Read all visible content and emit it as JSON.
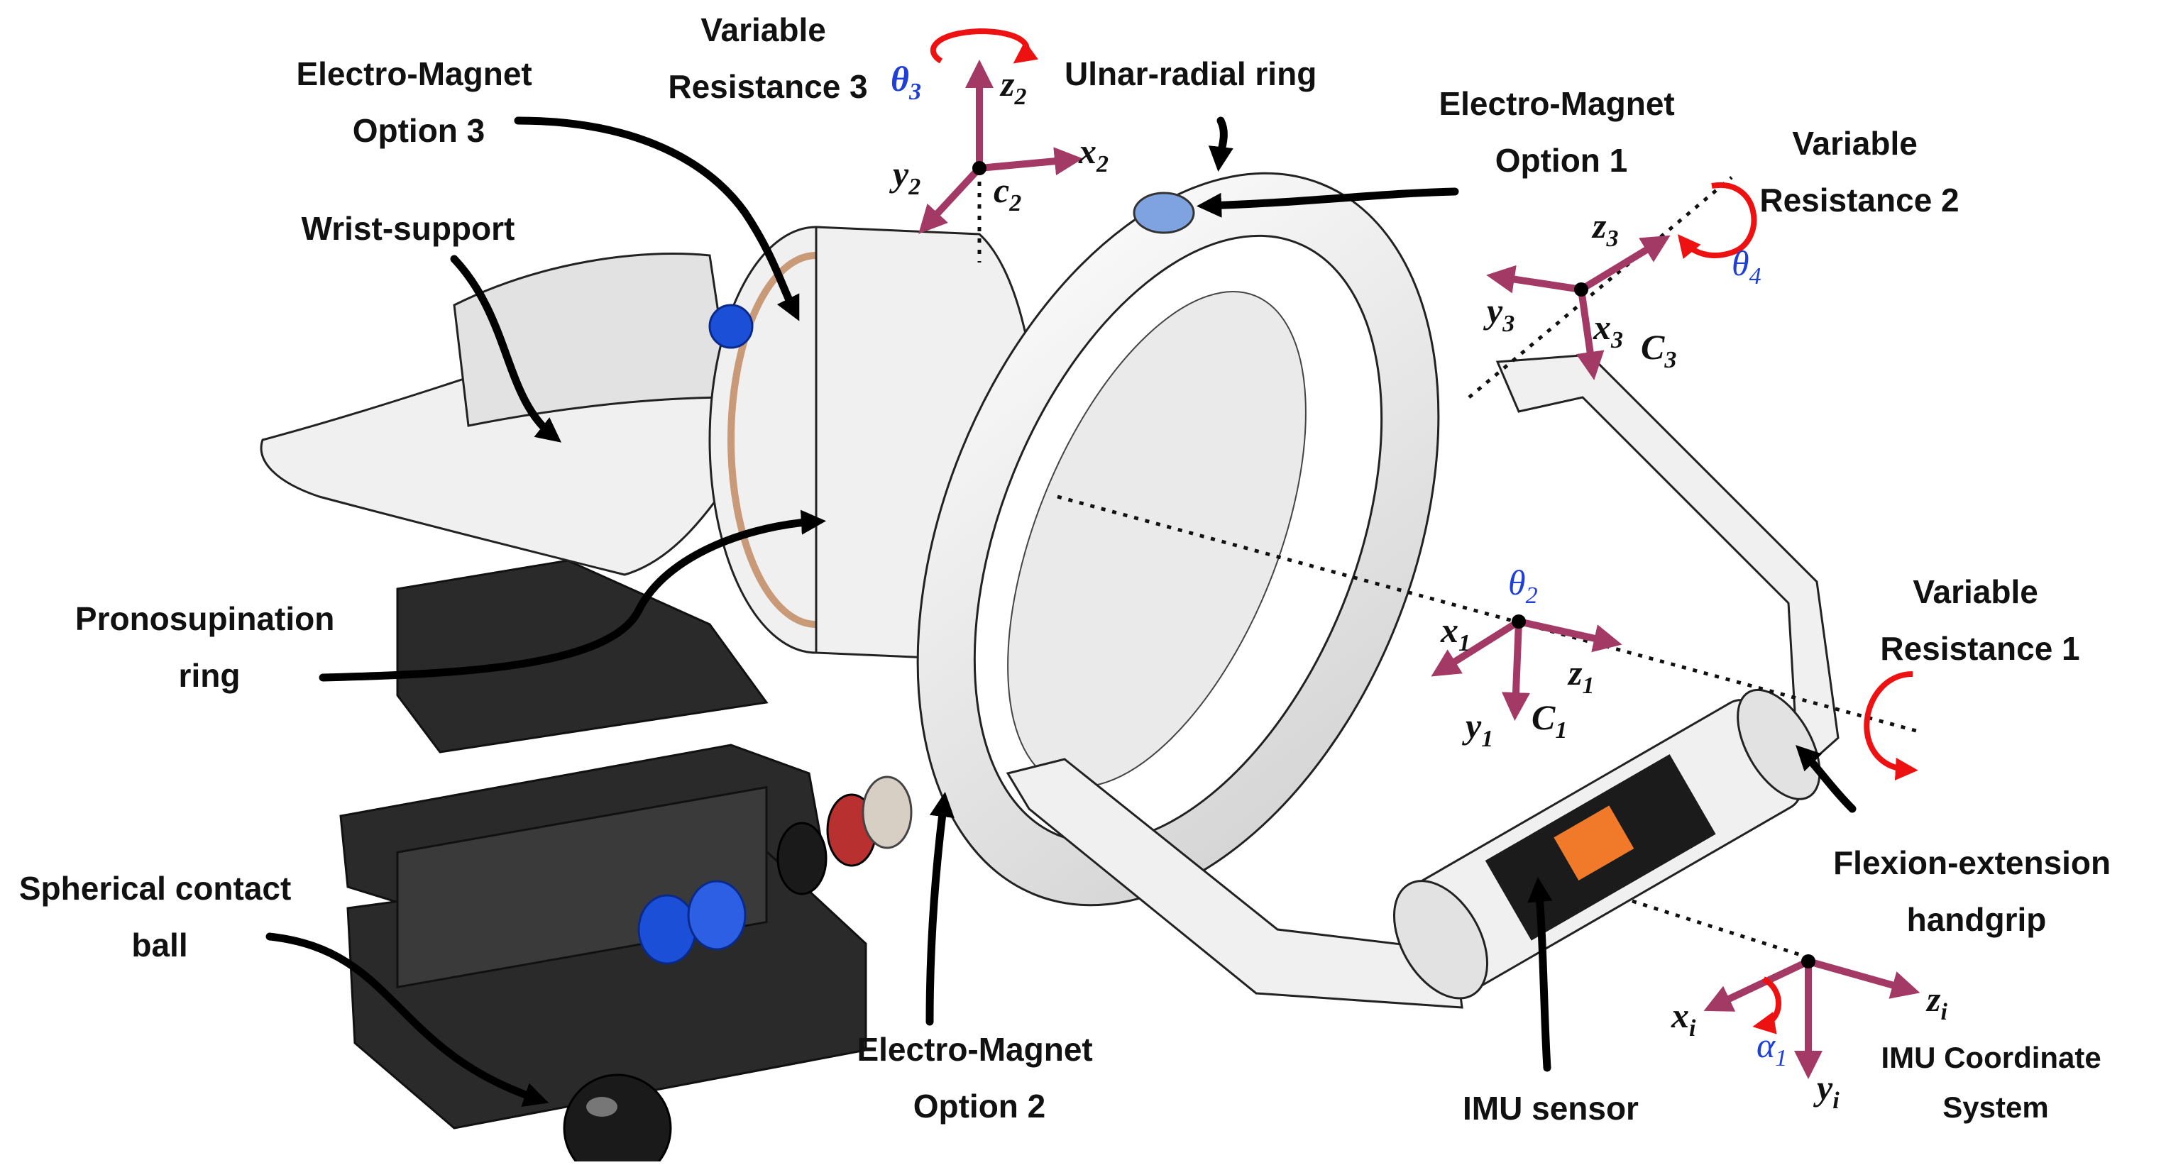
{
  "labels": {
    "variable_resistance_3": [
      "Variable",
      "Resistance 3"
    ],
    "electro_magnet_option_3": [
      "Electro-Magnet",
      "Option 3"
    ],
    "ulnar_radial_ring": "Ulnar-radial ring",
    "electro_magnet_option_1": [
      "Electro-Magnet",
      "Option 1"
    ],
    "variable_resistance_2": [
      "Variable",
      "Resistance 2"
    ],
    "wrist_support": "Wrist-support",
    "pronosupination_ring": [
      "Pronosupination",
      "ring"
    ],
    "variable_resistance_1": [
      "Variable",
      "Resistance 1"
    ],
    "flexion_extension_handgrip": [
      "Flexion-extension",
      "handgrip"
    ],
    "spherical_contact_ball": [
      "Spherical contact",
      "ball"
    ],
    "electro_magnet_option_2": [
      "Electro-Magnet",
      "Option 2"
    ],
    "imu_sensor": "IMU sensor",
    "imu_coordinate_system": [
      "IMU Coordinate",
      "System"
    ]
  },
  "frames": {
    "c2": {
      "origin": "c",
      "origin_sub": "2",
      "axes": [
        [
          "x",
          "2"
        ],
        [
          "y",
          "2"
        ],
        [
          "z",
          "2"
        ]
      ],
      "angle": [
        "θ",
        "3"
      ]
    },
    "c3": {
      "origin": "C",
      "origin_sub": "3",
      "axes": [
        [
          "x",
          "3"
        ],
        [
          "y",
          "3"
        ],
        [
          "z",
          "3"
        ]
      ],
      "angle": [
        "θ",
        "4"
      ]
    },
    "c1": {
      "origin": "C",
      "origin_sub": "1",
      "axes": [
        [
          "x",
          "1"
        ],
        [
          "y",
          "1"
        ],
        [
          "z",
          "1"
        ]
      ],
      "angle": [
        "θ",
        "2"
      ]
    },
    "imu": {
      "axes": [
        [
          "x",
          "i"
        ],
        [
          "y",
          "i"
        ],
        [
          "z",
          "i"
        ]
      ],
      "angle": [
        "α",
        "1"
      ]
    }
  },
  "colors": {
    "axis_arrow": "#a33a65",
    "rotation_arrow": "#ee1111",
    "angle_symbol": "#1f3fd6",
    "magnet_blue": "#1b4fd8"
  }
}
